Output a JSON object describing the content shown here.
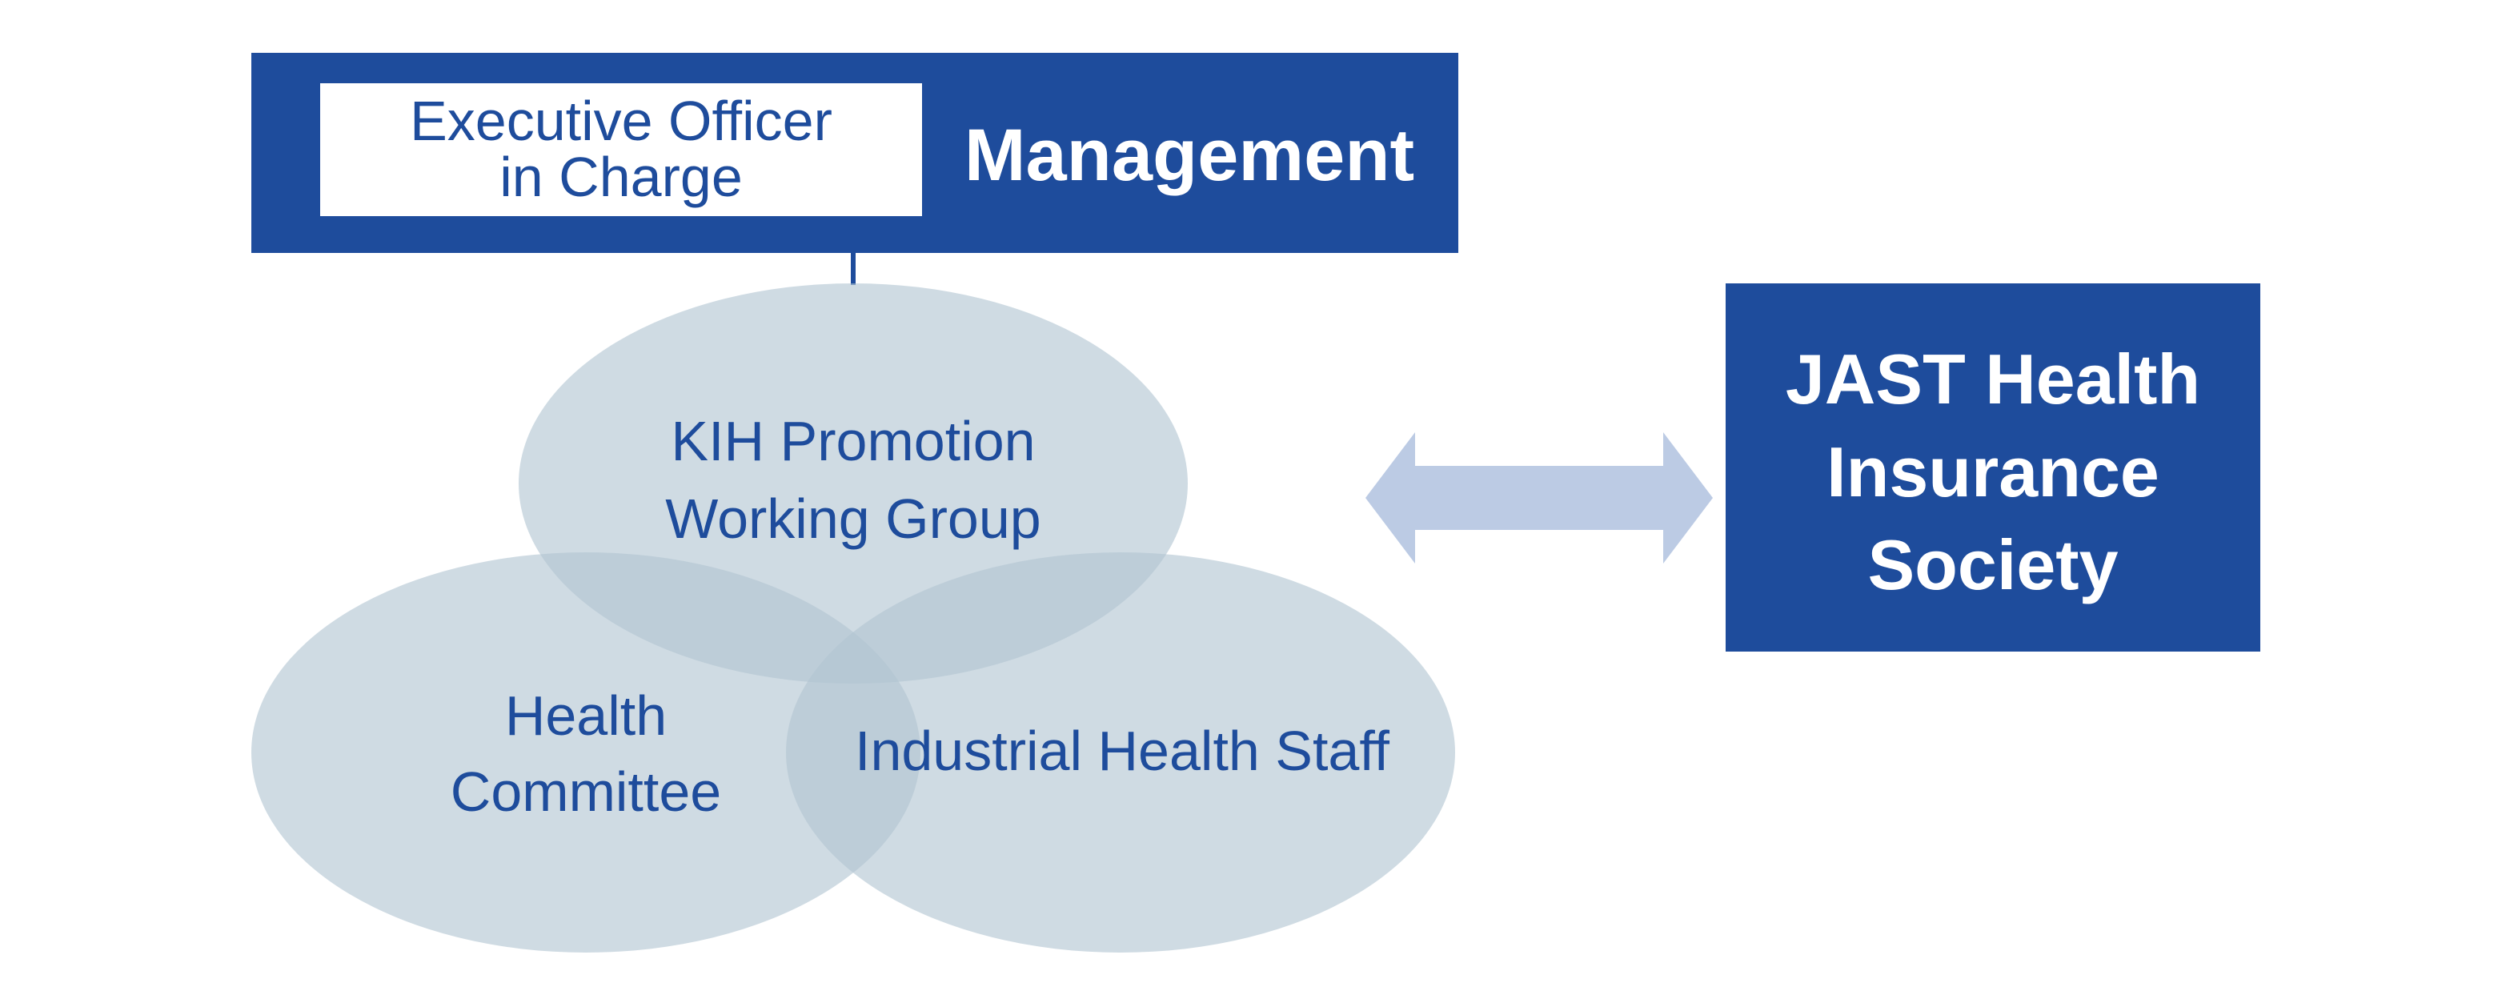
{
  "management": {
    "officer_line1": "Executive Officer",
    "officer_line2": "in Charge",
    "title": "Management"
  },
  "circles": {
    "kih_line1": "KIH Promotion",
    "kih_line2": "Working Group",
    "health_line1": "Health",
    "health_line2": "Committee",
    "industrial": "Industrial Health Staff"
  },
  "jast": {
    "line1": "JAST Health",
    "line2": "Insurance",
    "line3": "Society"
  },
  "colors": {
    "primary": "#1e4c9c",
    "circle_fill": "#ccd8e0",
    "arrow": "#bccbe4"
  }
}
